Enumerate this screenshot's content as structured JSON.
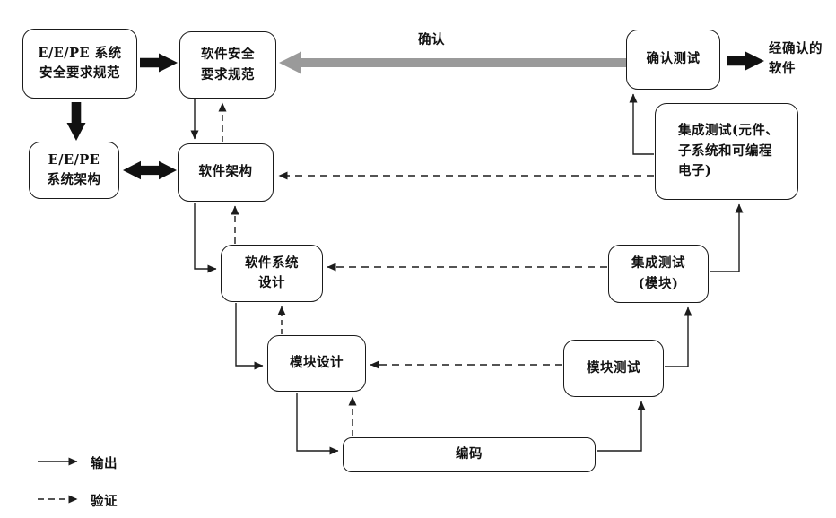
{
  "boxes": {
    "eepe_system_safety_req": "E/E/PE 系统\n安全要求规范",
    "software_safety_req": "软件安全\n要求规范",
    "eepe_system_architecture": "E/E/PE\n系统架构",
    "software_architecture": "软件架构",
    "software_system_design": "软件系统\n设计",
    "module_design": "模块设计",
    "coding": "编码",
    "module_testing": "模块测试",
    "integration_testing_module": "集成测试\n(模块)",
    "integration_testing_components": "集成测试(元件、\n子系统和可编程\n电子)",
    "validation_testing": "确认测试"
  },
  "labels": {
    "validation_arrow": "确认",
    "validated_software": "经确认的\n软件"
  },
  "legend": {
    "output": "输出",
    "verification": "验证"
  },
  "colors": {
    "line_black": "#1c1c1c",
    "validation_arrow_gray": "#9a9a9a",
    "box_border": "#1a1a1a"
  }
}
